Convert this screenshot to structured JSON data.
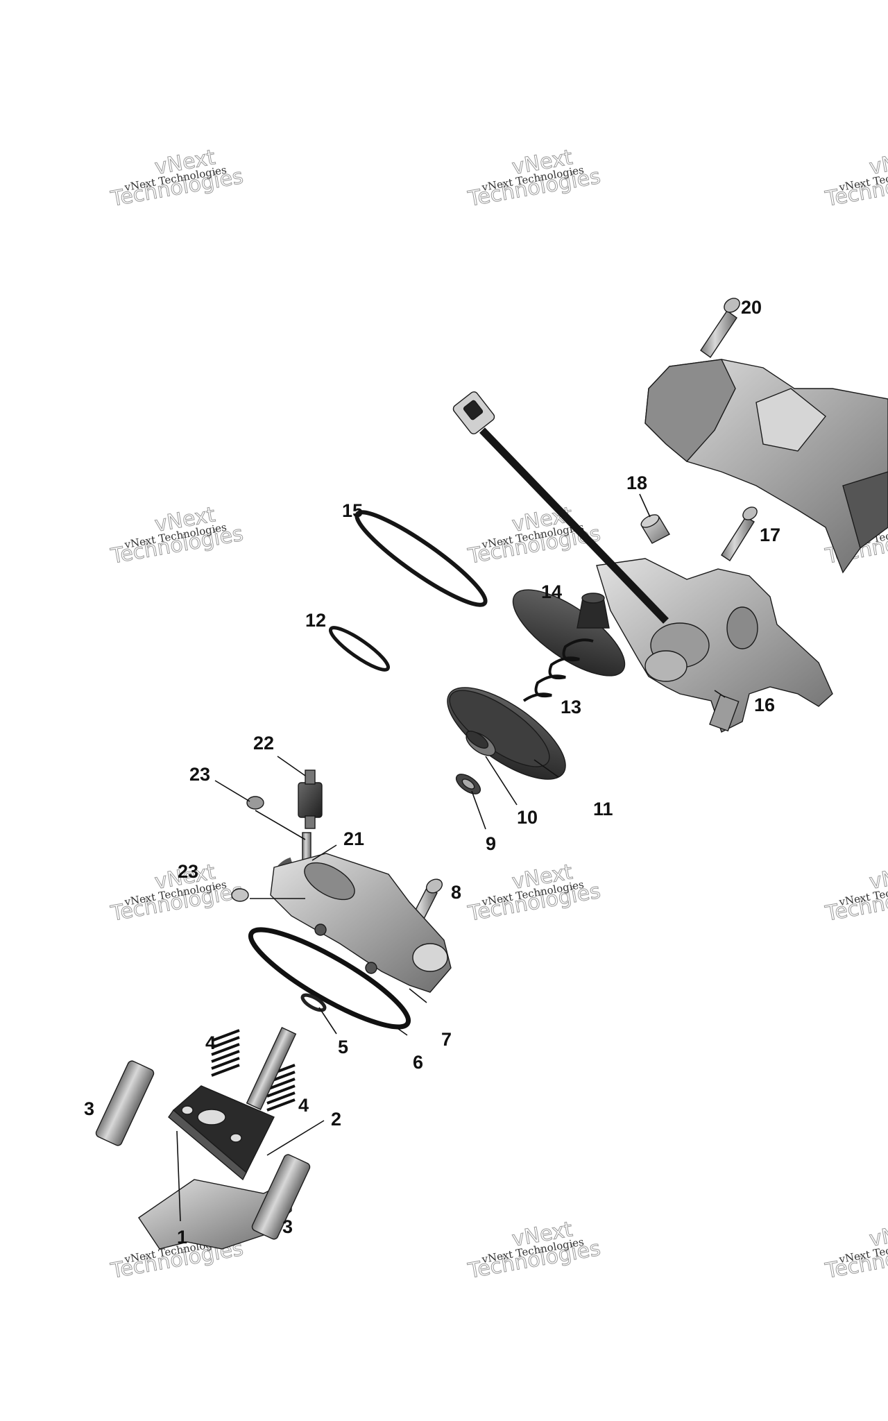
{
  "watermark": {
    "small": "vNext Technologies",
    "big_top": "vNext",
    "big_bottom": "Technologies"
  },
  "callouts": [
    "20",
    "18",
    "17",
    "15",
    "14",
    "12",
    "13",
    "16",
    "11",
    "10",
    "9",
    "22",
    "23",
    "21",
    "23",
    "8",
    "7",
    "5",
    "6",
    "4",
    "4",
    "3",
    "2",
    "3",
    "1"
  ],
  "colors": {
    "part_light": "#c9c9c9",
    "part_mid": "#9e9e9e",
    "part_dark": "#5a5a5a",
    "black": "#1a1a1a"
  }
}
